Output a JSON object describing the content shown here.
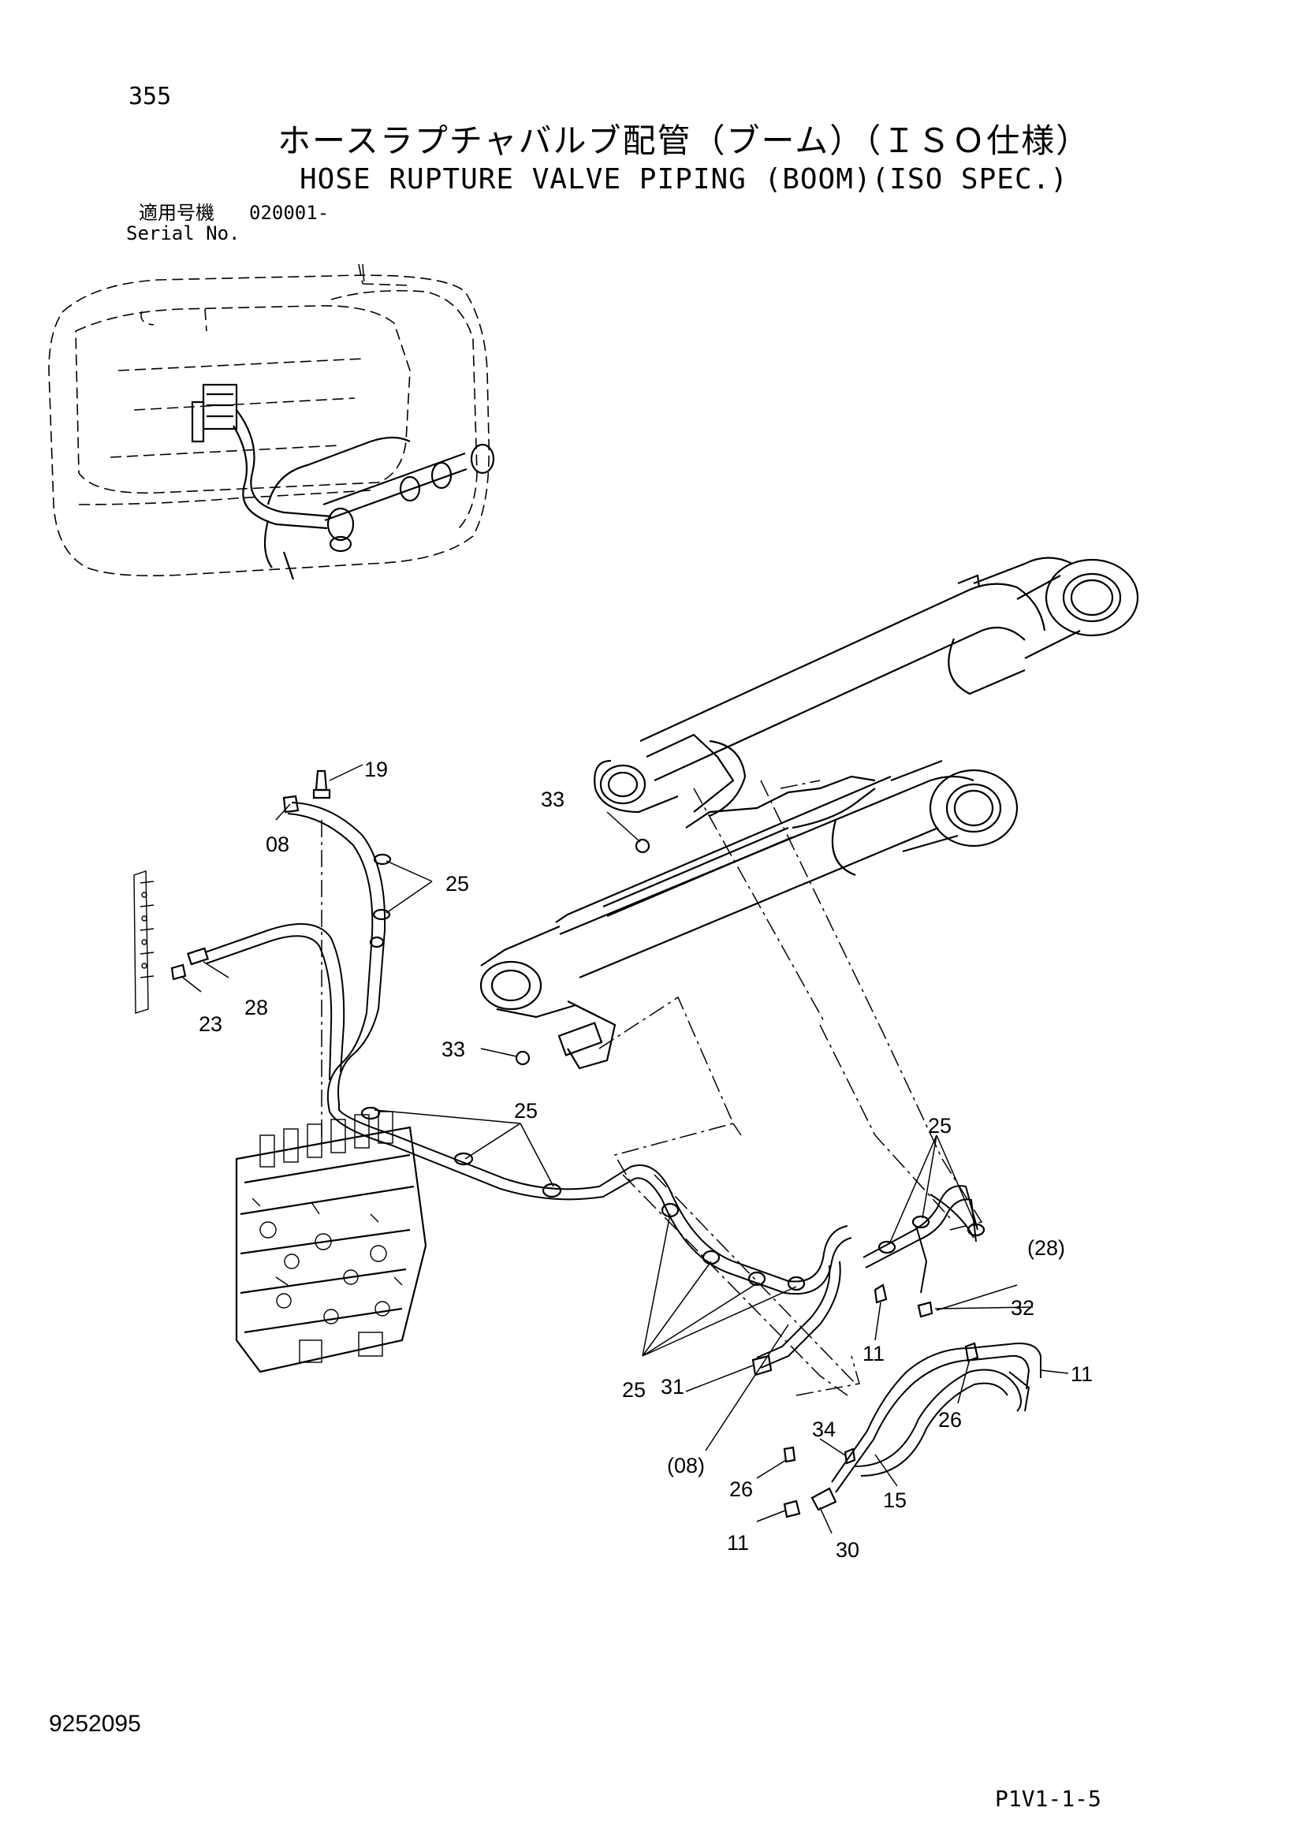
{
  "header": {
    "page_number": "355",
    "title_ja": "ホースラプチャバルブ配管（ブーム）（ＩＳＯ仕様）",
    "title_en": "HOSE RUPTURE VALVE PIPING (BOOM)(ISO SPEC.)",
    "serial_label_ja": "適用号機",
    "serial_value": "020001-",
    "serial_label_en": "Serial No."
  },
  "footer": {
    "drawing_number": "9252095",
    "page_code": "P1V1-1-5"
  },
  "callouts": [
    {
      "id": "c19",
      "label": "19"
    },
    {
      "id": "c08",
      "label": "08"
    },
    {
      "id": "c33a",
      "label": "33"
    },
    {
      "id": "c25a",
      "label": "25"
    },
    {
      "id": "c28",
      "label": "28"
    },
    {
      "id": "c23",
      "label": "23"
    },
    {
      "id": "c33b",
      "label": "33"
    },
    {
      "id": "c25b",
      "label": "25"
    },
    {
      "id": "c25c",
      "label": "25"
    },
    {
      "id": "c28p",
      "label": "(28)"
    },
    {
      "id": "c32",
      "label": "32"
    },
    {
      "id": "c11a",
      "label": "11"
    },
    {
      "id": "c11b",
      "label": "11"
    },
    {
      "id": "c25d",
      "label": "25"
    },
    {
      "id": "c31",
      "label": "31"
    },
    {
      "id": "c26a",
      "label": "26"
    },
    {
      "id": "c08p",
      "label": "(08)"
    },
    {
      "id": "c34",
      "label": "34"
    },
    {
      "id": "c26b",
      "label": "26"
    },
    {
      "id": "c15",
      "label": "15"
    },
    {
      "id": "c11c",
      "label": "11"
    },
    {
      "id": "c30",
      "label": "30"
    }
  ]
}
